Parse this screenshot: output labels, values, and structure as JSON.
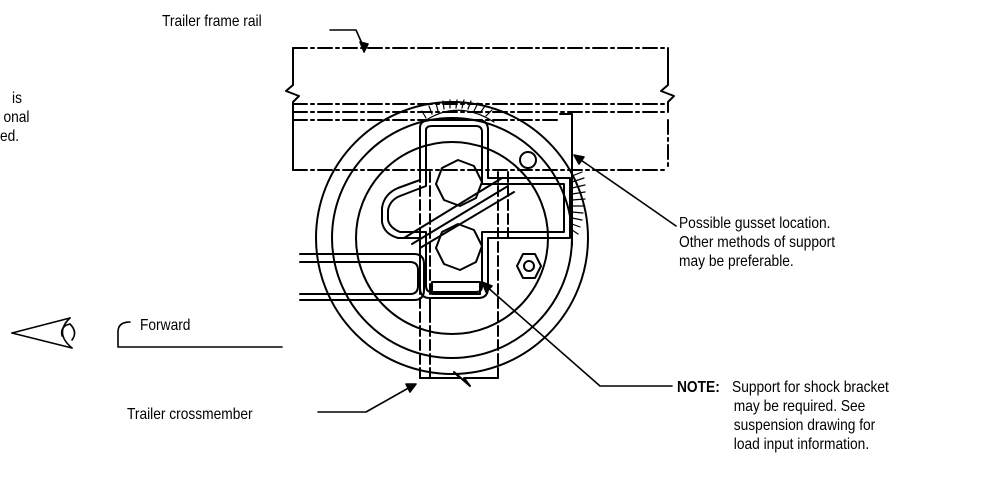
{
  "labels": {
    "left_partial": [
      "is",
      "onal",
      "ed."
    ],
    "frame_rail": "Trailer frame rail",
    "gusset": [
      "Possible gusset location.",
      "Other methods of support",
      "may be preferable."
    ],
    "forward": "Forward",
    "crossmember": "Trailer crossmember",
    "note": {
      "key": "NOTE:",
      "lines": [
        "Support for shock bracket",
        "may be required. See",
        "suspension drawing for",
        "load input information."
      ]
    }
  }
}
